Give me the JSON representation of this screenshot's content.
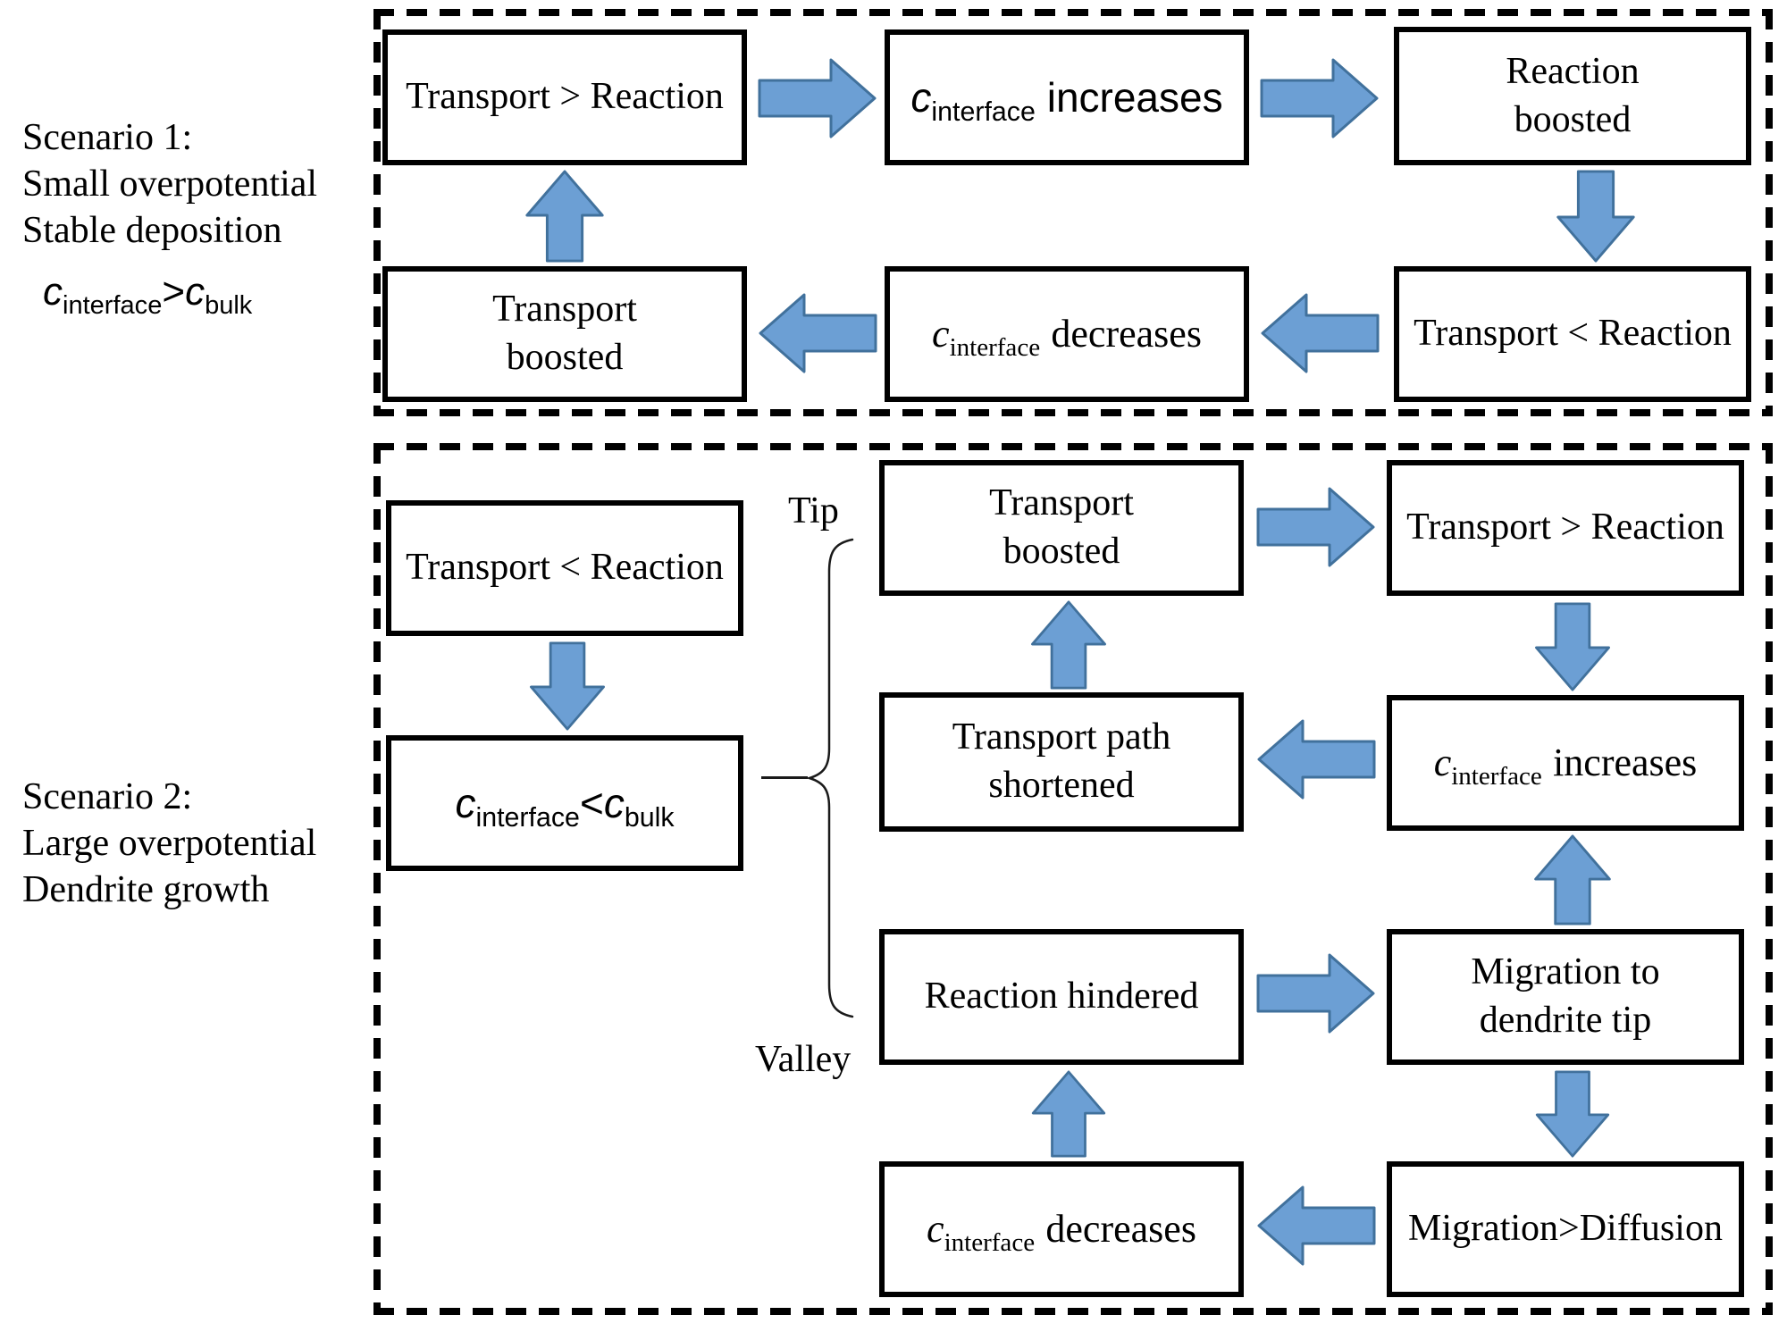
{
  "colors": {
    "arrow_fill": "#6C9FD4",
    "arrow_stroke": "#41719C",
    "box_border": "#000000",
    "text": "#000000",
    "background": "#FFFFFF"
  },
  "scenario1": {
    "label": {
      "line1": "Scenario 1:",
      "line2": "Small overpotential",
      "line3": "Stable deposition"
    },
    "formula": {
      "base1": "c",
      "sub1": "interface",
      "op": ">",
      "base2": "c",
      "sub2": "bulk"
    },
    "boxes": {
      "transport_gt_reaction": {
        "text": "Transport > Reaction"
      },
      "c_increases": {
        "base": "c",
        "sub": "interface",
        "word": "increases"
      },
      "reaction_boosted": {
        "line1": "Reaction",
        "line2": "boosted"
      },
      "transport_lt_reaction": {
        "text": "Transport < Reaction"
      },
      "c_decreases": {
        "base": "c",
        "sub": "interface",
        "word": "decreases"
      },
      "transport_boosted": {
        "line1": "Transport",
        "line2": "boosted"
      }
    }
  },
  "scenario2": {
    "label": {
      "line1": "Scenario 2:",
      "line2": "Large overpotential",
      "line3": "Dendrite growth"
    },
    "branch_labels": {
      "tip": "Tip",
      "valley": "Valley"
    },
    "boxes": {
      "transport_lt_reaction": {
        "text": "Transport < Reaction"
      },
      "c_lt_formula": {
        "base1": "c",
        "sub1": "interface",
        "op": "<",
        "base2": "c",
        "sub2": "bulk"
      },
      "tip_transport_boosted": {
        "line1": "Transport",
        "line2": "boosted"
      },
      "tip_transport_gt_reaction": {
        "text": "Transport > Reaction"
      },
      "tip_c_increases": {
        "base": "c",
        "sub": "interface",
        "word": "increases"
      },
      "tip_transport_path": {
        "line1": "Transport path",
        "line2": "shortened"
      },
      "valley_reaction_hindered": {
        "text": "Reaction hindered"
      },
      "valley_migration_tip": {
        "line1": "Migration to",
        "line2": "dendrite tip"
      },
      "valley_migration_diffusion": {
        "text": "Migration>Diffusion"
      },
      "valley_c_decreases": {
        "base": "c",
        "sub": "interface",
        "word": "decreases"
      }
    }
  }
}
